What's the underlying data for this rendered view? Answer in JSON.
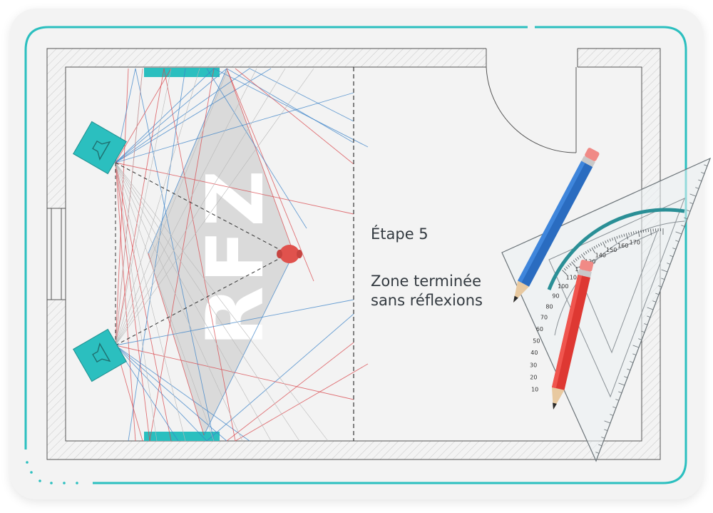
{
  "step_label": "Étape 5",
  "caption": [
    "Zone terminée",
    "sans réflexions"
  ],
  "logo_text": "RFZ",
  "colors": {
    "accent": "#2bbfbf",
    "wall": "#555555",
    "listener": "#e0524d",
    "ray_blue": "#3a82c8",
    "ray_red": "#d9454a",
    "zone": "#dadada",
    "pencil_blue": "#2a6cc0",
    "pencil_red": "#de3832",
    "eraser": "#f08a86"
  },
  "icons": [
    "speaker-icon",
    "listener-icon",
    "pencil-blue-icon",
    "pencil-red-icon",
    "protractor-icon",
    "set-square-icon"
  ],
  "protractor_ticks": [
    "10",
    "20",
    "30",
    "40",
    "50",
    "60",
    "70",
    "80",
    "90",
    "100",
    "110",
    "120",
    "130",
    "140",
    "150",
    "160",
    "170"
  ]
}
